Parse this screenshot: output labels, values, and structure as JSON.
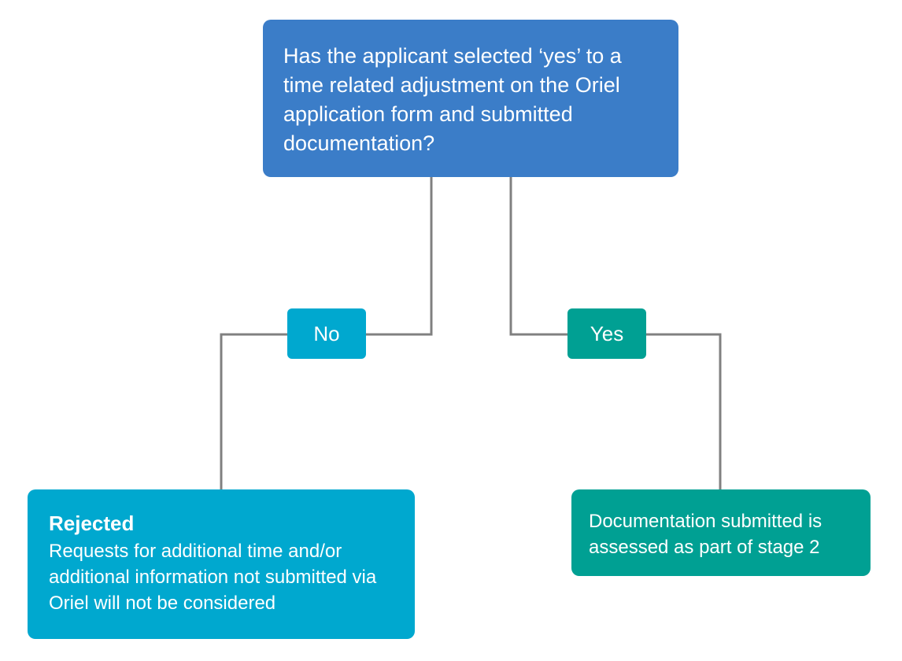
{
  "question": {
    "text": "Has the applicant selected ‘yes’ to a time related adjustment on the Oriel application form and submitted documentation?"
  },
  "branches": {
    "no_label": "No",
    "yes_label": "Yes"
  },
  "rejected": {
    "title": "Rejected",
    "body": "Requests for additional time and/or additional information not submitted via Oriel will not be considered"
  },
  "assessed": {
    "body": "Documentation submitted is assessed as part of stage 2"
  },
  "colors": {
    "question_fill": "#3b7dc8",
    "no_fill": "#00a8cf",
    "yes_fill": "#00a093",
    "connector": "#808080",
    "text": "#ffffff"
  }
}
